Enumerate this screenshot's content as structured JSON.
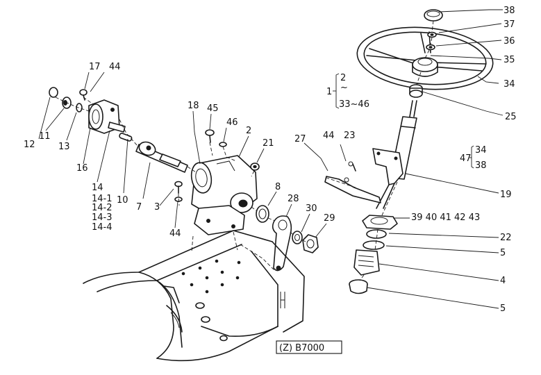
{
  "diagram": {
    "reference_code": "(Z) B7000",
    "part_labels": [
      {
        "id": "p38",
        "text": "38"
      },
      {
        "id": "p37",
        "text": "37"
      },
      {
        "id": "p36",
        "text": "36"
      },
      {
        "id": "p35",
        "text": "35"
      },
      {
        "id": "p34",
        "text": "34"
      },
      {
        "id": "p25",
        "text": "25"
      },
      {
        "id": "p19",
        "text": "19"
      },
      {
        "id": "p27",
        "text": "27"
      },
      {
        "id": "p44a",
        "text": "44"
      },
      {
        "id": "p23",
        "text": "23"
      },
      {
        "id": "p39to43",
        "text": "39  40  41  42  43"
      },
      {
        "id": "p22",
        "text": "22"
      },
      {
        "id": "p5a",
        "text": "5"
      },
      {
        "id": "p4",
        "text": "4"
      },
      {
        "id": "p5b",
        "text": "5"
      },
      {
        "id": "p28",
        "text": "28"
      },
      {
        "id": "p30",
        "text": "30"
      },
      {
        "id": "p29",
        "text": "29"
      },
      {
        "id": "p8",
        "text": "8"
      },
      {
        "id": "p21",
        "text": "21"
      },
      {
        "id": "p2",
        "text": "2"
      },
      {
        "id": "p46",
        "text": "46"
      },
      {
        "id": "p45",
        "text": "45"
      },
      {
        "id": "p18",
        "text": "18"
      },
      {
        "id": "p3",
        "text": "3"
      },
      {
        "id": "p44b",
        "text": "44"
      },
      {
        "id": "p7",
        "text": "7"
      },
      {
        "id": "p10",
        "text": "10"
      },
      {
        "id": "p14",
        "text": "14"
      },
      {
        "id": "p14_1",
        "text": "14-1"
      },
      {
        "id": "p14_2",
        "text": "14-2"
      },
      {
        "id": "p14_3",
        "text": "14-3"
      },
      {
        "id": "p14_4",
        "text": "14-4"
      },
      {
        "id": "p16",
        "text": "16"
      },
      {
        "id": "p17",
        "text": "17"
      },
      {
        "id": "p44c",
        "text": "44"
      },
      {
        "id": "p12",
        "text": "12"
      },
      {
        "id": "p11",
        "text": "11"
      },
      {
        "id": "p13",
        "text": "13"
      }
    ],
    "group_assembly": {
      "parent": "1",
      "line1": "2",
      "line2": "33~46"
    },
    "group_47": {
      "parent": "47",
      "line1": "34",
      "line2": "38"
    }
  }
}
